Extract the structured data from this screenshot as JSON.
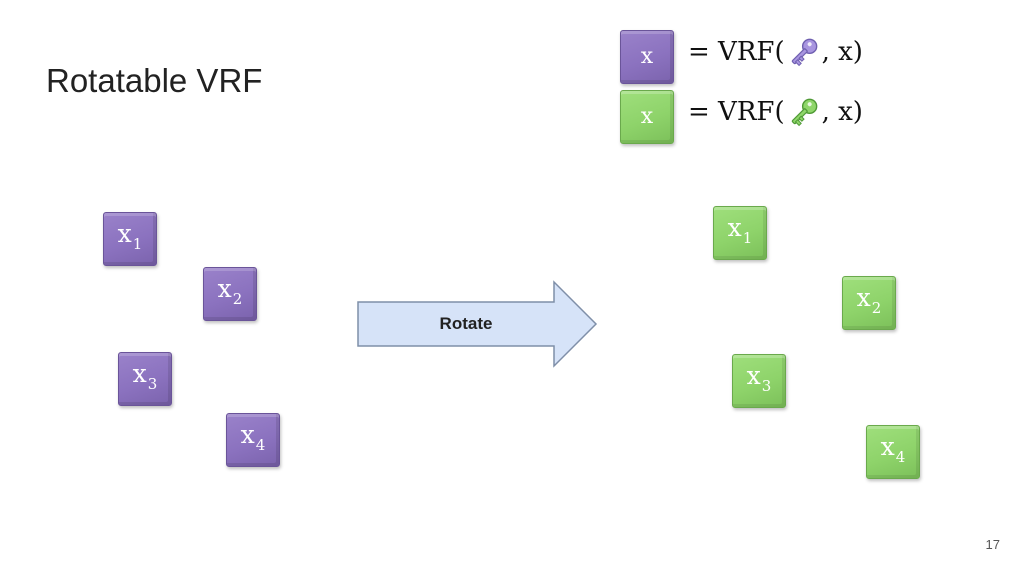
{
  "title": "Rotatable VRF",
  "legend": [
    {
      "cube_label": "x",
      "color": "purple",
      "equation_prefix": "= VRF(",
      "equation_suffix": ", x)",
      "key_icon": "purple-key-icon",
      "key_color": "#a895e0"
    },
    {
      "cube_label": "x",
      "color": "green",
      "equation_prefix": "= VRF(",
      "equation_suffix": ", x)",
      "key_icon": "green-key-icon",
      "key_color": "#8fd66a"
    }
  ],
  "left_cubes": [
    {
      "base": "x",
      "sub": "1"
    },
    {
      "base": "x",
      "sub": "2"
    },
    {
      "base": "x",
      "sub": "3"
    },
    {
      "base": "x",
      "sub": "4"
    }
  ],
  "right_cubes": [
    {
      "base": "x",
      "sub": "1"
    },
    {
      "base": "x",
      "sub": "2"
    },
    {
      "base": "x",
      "sub": "3"
    },
    {
      "base": "x",
      "sub": "4"
    }
  ],
  "arrow": {
    "label": "Rotate",
    "fill": "#d6e3f8",
    "stroke": "#7f8fa8"
  },
  "colors": {
    "purple": "#8b72bf",
    "green": "#8ed36a"
  },
  "page_number": "17"
}
